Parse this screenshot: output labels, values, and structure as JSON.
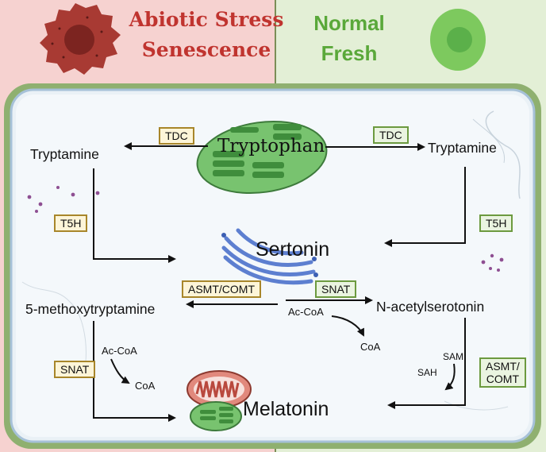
{
  "headers": {
    "left_line1": "Abiotic Stress",
    "left_line2": "Senescence",
    "right_line1": "Normal",
    "right_line2": "Fresh"
  },
  "compounds": {
    "tryptophan": "Tryptophan",
    "tryptamine_left": "Tryptamine",
    "tryptamine_right": "Tryptamine",
    "serotonin": "Sertonin",
    "methoxytryptamine": "5-methoxytryptamine",
    "acetylserotonin": "N-acetylserotonin",
    "melatonin": "Melatonin"
  },
  "cofactors": {
    "acCoA_center": "Ac-CoA",
    "coA_center": "CoA",
    "acCoA_left": "Ac-CoA",
    "coA_left": "CoA",
    "sam": "SAM",
    "sah": "SAH"
  },
  "enzymes": {
    "tdc_left": "TDC",
    "tdc_right": "TDC",
    "t5h_left": "T5H",
    "t5h_right": "T5H",
    "asmt_comt_center": "ASMT/COMT",
    "snat_center": "SNAT",
    "snat_left": "SNAT",
    "asmt_comt_right_line1": "ASMT/",
    "asmt_comt_right_line2": "COMT"
  },
  "colors": {
    "stress_panel": "#f6d2d0",
    "normal_panel": "#e3efd6",
    "stress_title": "#c0342f",
    "normal_title": "#5aa83a",
    "cell_wall": "#8fb070",
    "cell_interior": "#f4f8fb",
    "chloroplast": "#6fbf6a",
    "mitochondrion": "#d9776d",
    "golgi": "#5d7fd0",
    "enzyme_border_stress": "#a8862a",
    "enzyme_border_normal": "#6c9a3f"
  }
}
